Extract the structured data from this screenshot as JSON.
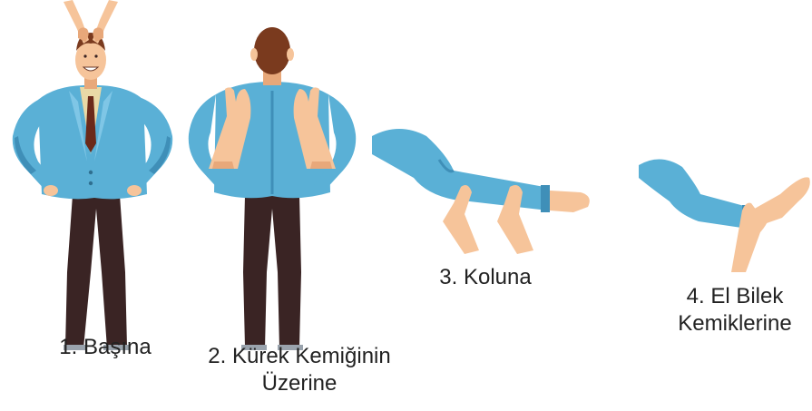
{
  "colors": {
    "jacket": "#5ab0d6",
    "jacket_shadow": "#3f8fb8",
    "jacket_light": "#7fc6e6",
    "skin": "#f6c49a",
    "skin_shadow": "#e8a87a",
    "hair": "#7a3a1e",
    "pants": "#3a2424",
    "shirt": "#e9d9a6",
    "tie": "#6b2a1a"
  },
  "steps": [
    {
      "icon": "head-massage-icon",
      "lines": [
        "1. Başına"
      ]
    },
    {
      "icon": "shoulder-blade-massage-icon",
      "lines": [
        "2. Kürek Kemiğinin",
        "Üzerine"
      ]
    },
    {
      "icon": "arm-massage-icon",
      "lines": [
        "3. Koluna"
      ]
    },
    {
      "icon": "wrist-massage-icon",
      "lines": [
        "4. El Bilek",
        "Kemiklerine"
      ]
    }
  ]
}
